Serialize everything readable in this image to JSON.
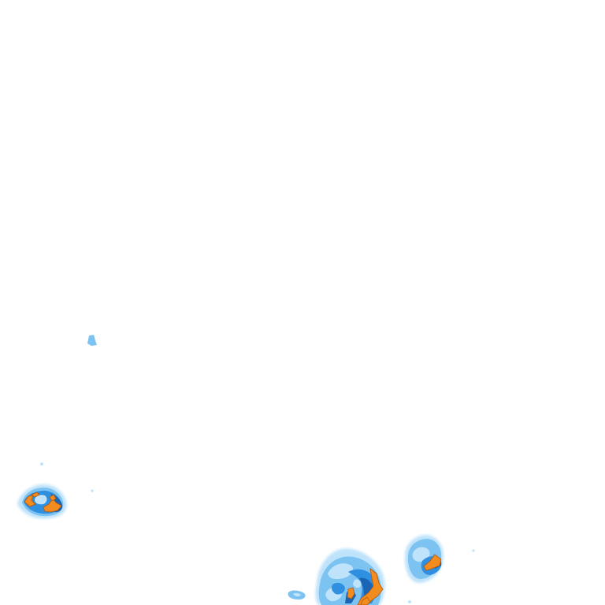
{
  "map": {
    "kind": "precipitation-radar-tile",
    "background_color": "#ffffff",
    "palette": {
      "light": "#bfe3fb",
      "mid": "#7cc3f2",
      "strong": "#2f8fe0",
      "heavy": "#1a64b4",
      "intense": "#f28c1e",
      "intense_edge": "#b3560a"
    },
    "echo_cells": [
      {
        "name": "cell-west",
        "intensity": "intense"
      },
      {
        "name": "cell-south-center",
        "intensity": "intense"
      },
      {
        "name": "cell-south-east",
        "intensity": "intense"
      },
      {
        "name": "speckle-far-west",
        "intensity": "light"
      }
    ]
  }
}
